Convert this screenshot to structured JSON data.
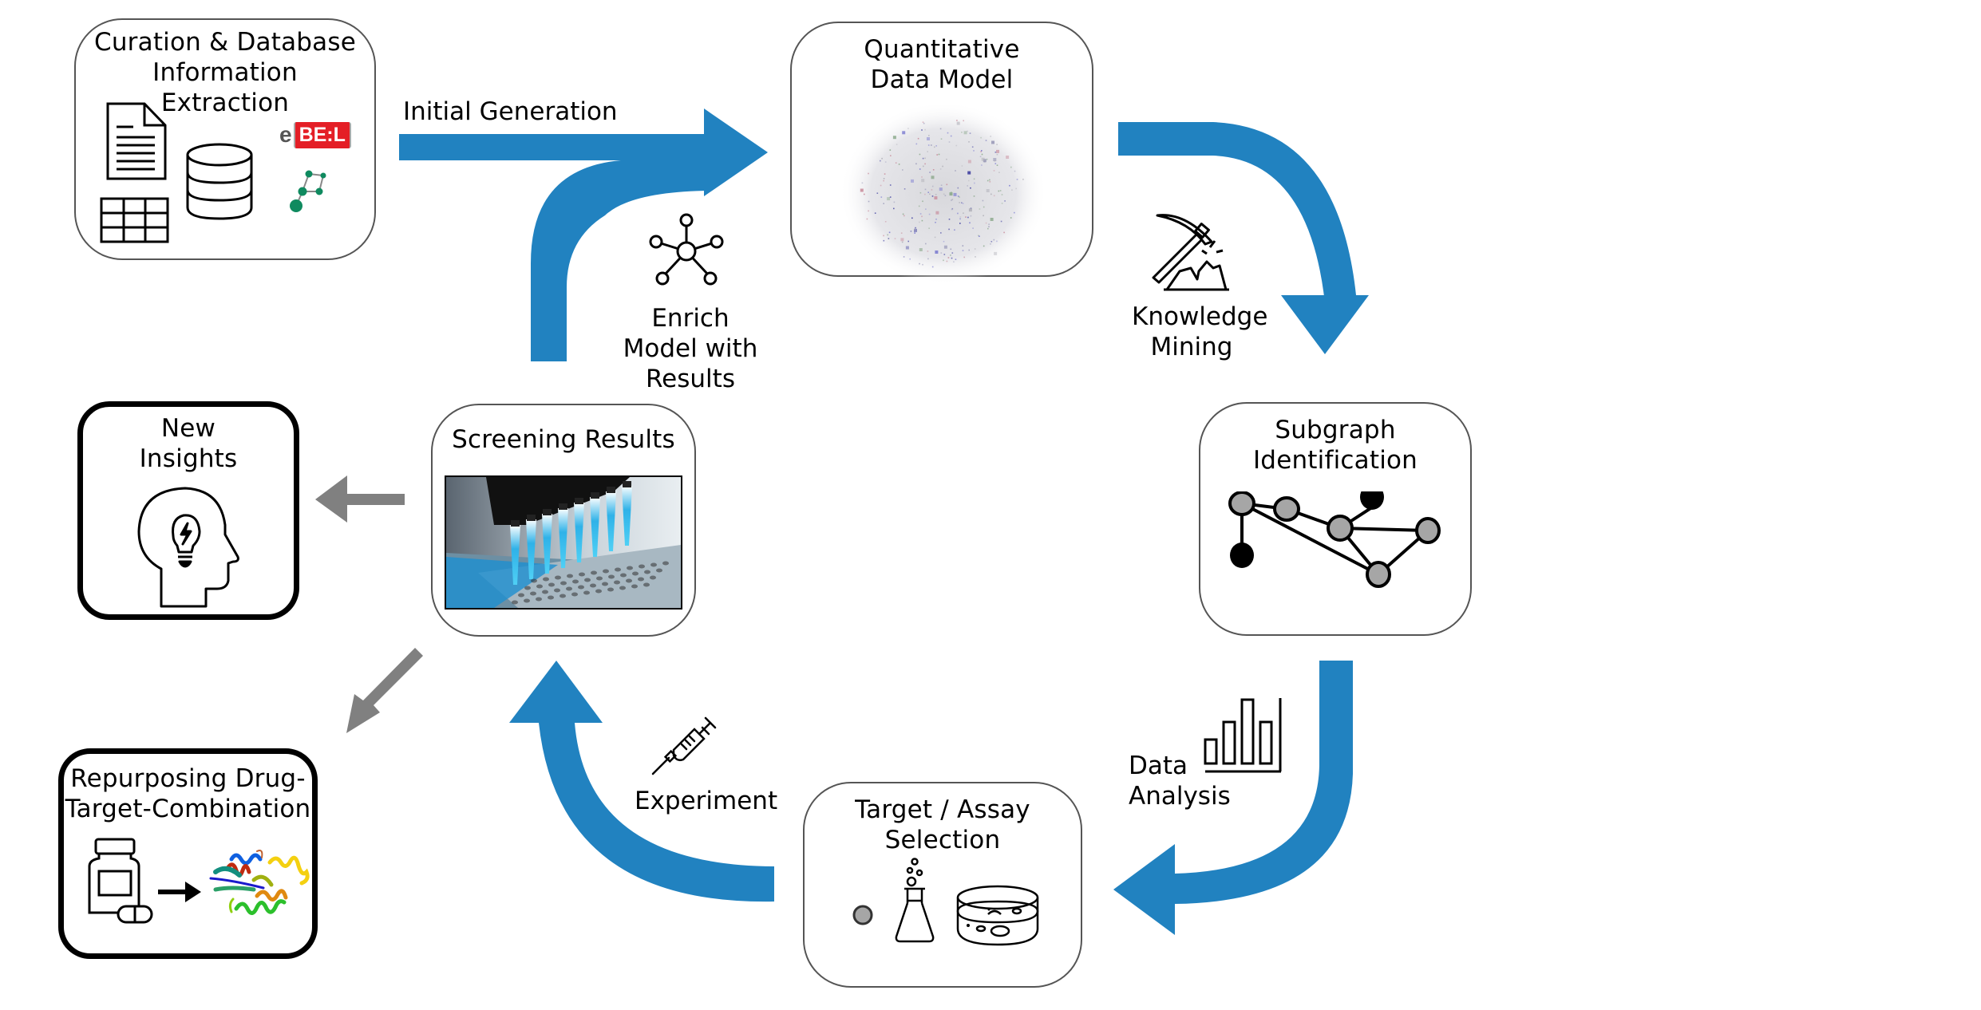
{
  "diagram": {
    "type": "workflow-cycle",
    "colors": {
      "arrow_blue": "#2182c0",
      "arrow_gray": "#808080",
      "node_gray": "#a6a6a6",
      "bel_red": "#e41e26",
      "graph_green": "#0f8a5f"
    },
    "nodes": {
      "curation": {
        "title_lines": [
          "Curation & Database",
          "Information",
          "Extraction"
        ],
        "logo_e": "e",
        "logo_bel": "BE:L"
      },
      "data_model": {
        "title_lines": [
          "Quantitative",
          "Data Model"
        ]
      },
      "subgraph": {
        "title_lines": [
          "Subgraph",
          "Identification"
        ]
      },
      "target_assay": {
        "title_lines": [
          "Target / Assay",
          "Selection"
        ]
      },
      "screening": {
        "title_lines": [
          "Screening Results"
        ]
      },
      "new_insights": {
        "title_lines": [
          "New",
          "Insights"
        ]
      },
      "repurposing": {
        "title_lines": [
          "Repurposing Drug-",
          "Target-Combination"
        ]
      }
    },
    "edges": {
      "initial_generation": {
        "label": "Initial Generation"
      },
      "knowledge_mining": {
        "label_lines": [
          "Knowledge",
          "Mining"
        ]
      },
      "data_analysis": {
        "label_lines": [
          "Data",
          "Analysis"
        ]
      },
      "experiment": {
        "label": "Experiment"
      },
      "enrich_model": {
        "label_lines": [
          "Enrich",
          "Model with",
          "Results"
        ]
      }
    }
  }
}
